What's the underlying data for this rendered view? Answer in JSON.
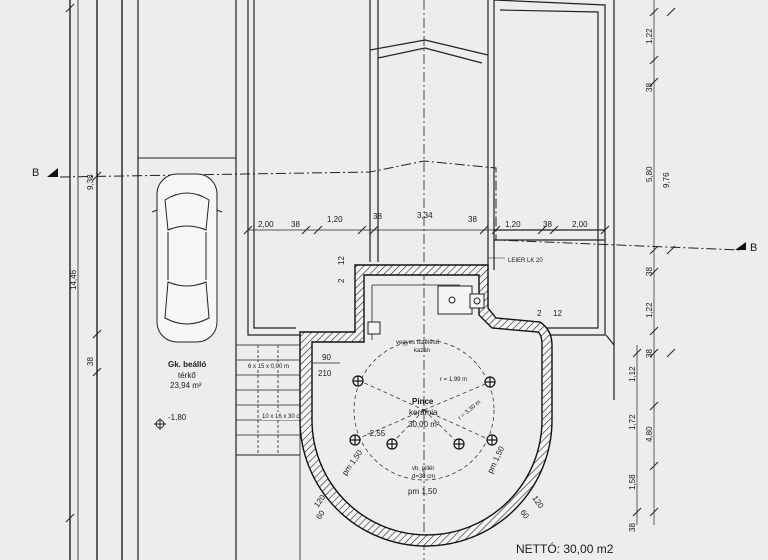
{
  "section_marker_left": "B",
  "section_marker_right": "B",
  "dimensions_top_row": [
    "2,00",
    "38",
    "1,20",
    "38",
    "3,34",
    "38",
    "1,20",
    "38",
    "2,00"
  ],
  "dimensions_right_outer": [
    "1,22",
    "38",
    "5,80",
    "38",
    "1,22",
    "38",
    "1,12",
    "1,72",
    "1,58",
    "38"
  ],
  "dimensions_right_inner": [
    "9,76",
    "4,80"
  ],
  "dimensions_left": [
    "9,38",
    "14,46",
    "38"
  ],
  "dimension_misc": {
    "wall_a": "12",
    "wall_a_prefix": "2",
    "wall_b": "12",
    "wall_b_prefix": "2",
    "wall_120_left": "120",
    "wall_60_left": "60",
    "wall_120_right": "120",
    "wall_60_right": "60",
    "stair_90": "90",
    "stair_210": "210"
  },
  "labels": {
    "leier": "LEIER LK 20",
    "heating_line1": "vegyes tüzelésű",
    "heating_line2": "kazán",
    "radius_1": "r = 1,99 m",
    "radius_2": "r = 3,30 m",
    "room_name": "Pince",
    "room_floor": "kerámia",
    "room_area": "30,00 m²",
    "level_room": "-2,55",
    "level_out": "-1,80",
    "pm_left": "pm 1,50",
    "pm_right": "pm 1,50",
    "pm_bottom": "pm 1,50",
    "pillar_line1": "vb. pillér",
    "pillar_line2": "d=30 cm",
    "parking_line1": "Gk. beálló",
    "parking_line2": "térkő",
    "parking_area": "23,94 m²",
    "stair_note_1": "6 x 15 x 0,90 m",
    "stair_note_2": "10 x 16 x 30 cm",
    "net_area": "NETTÓ: 30,00 m2"
  }
}
